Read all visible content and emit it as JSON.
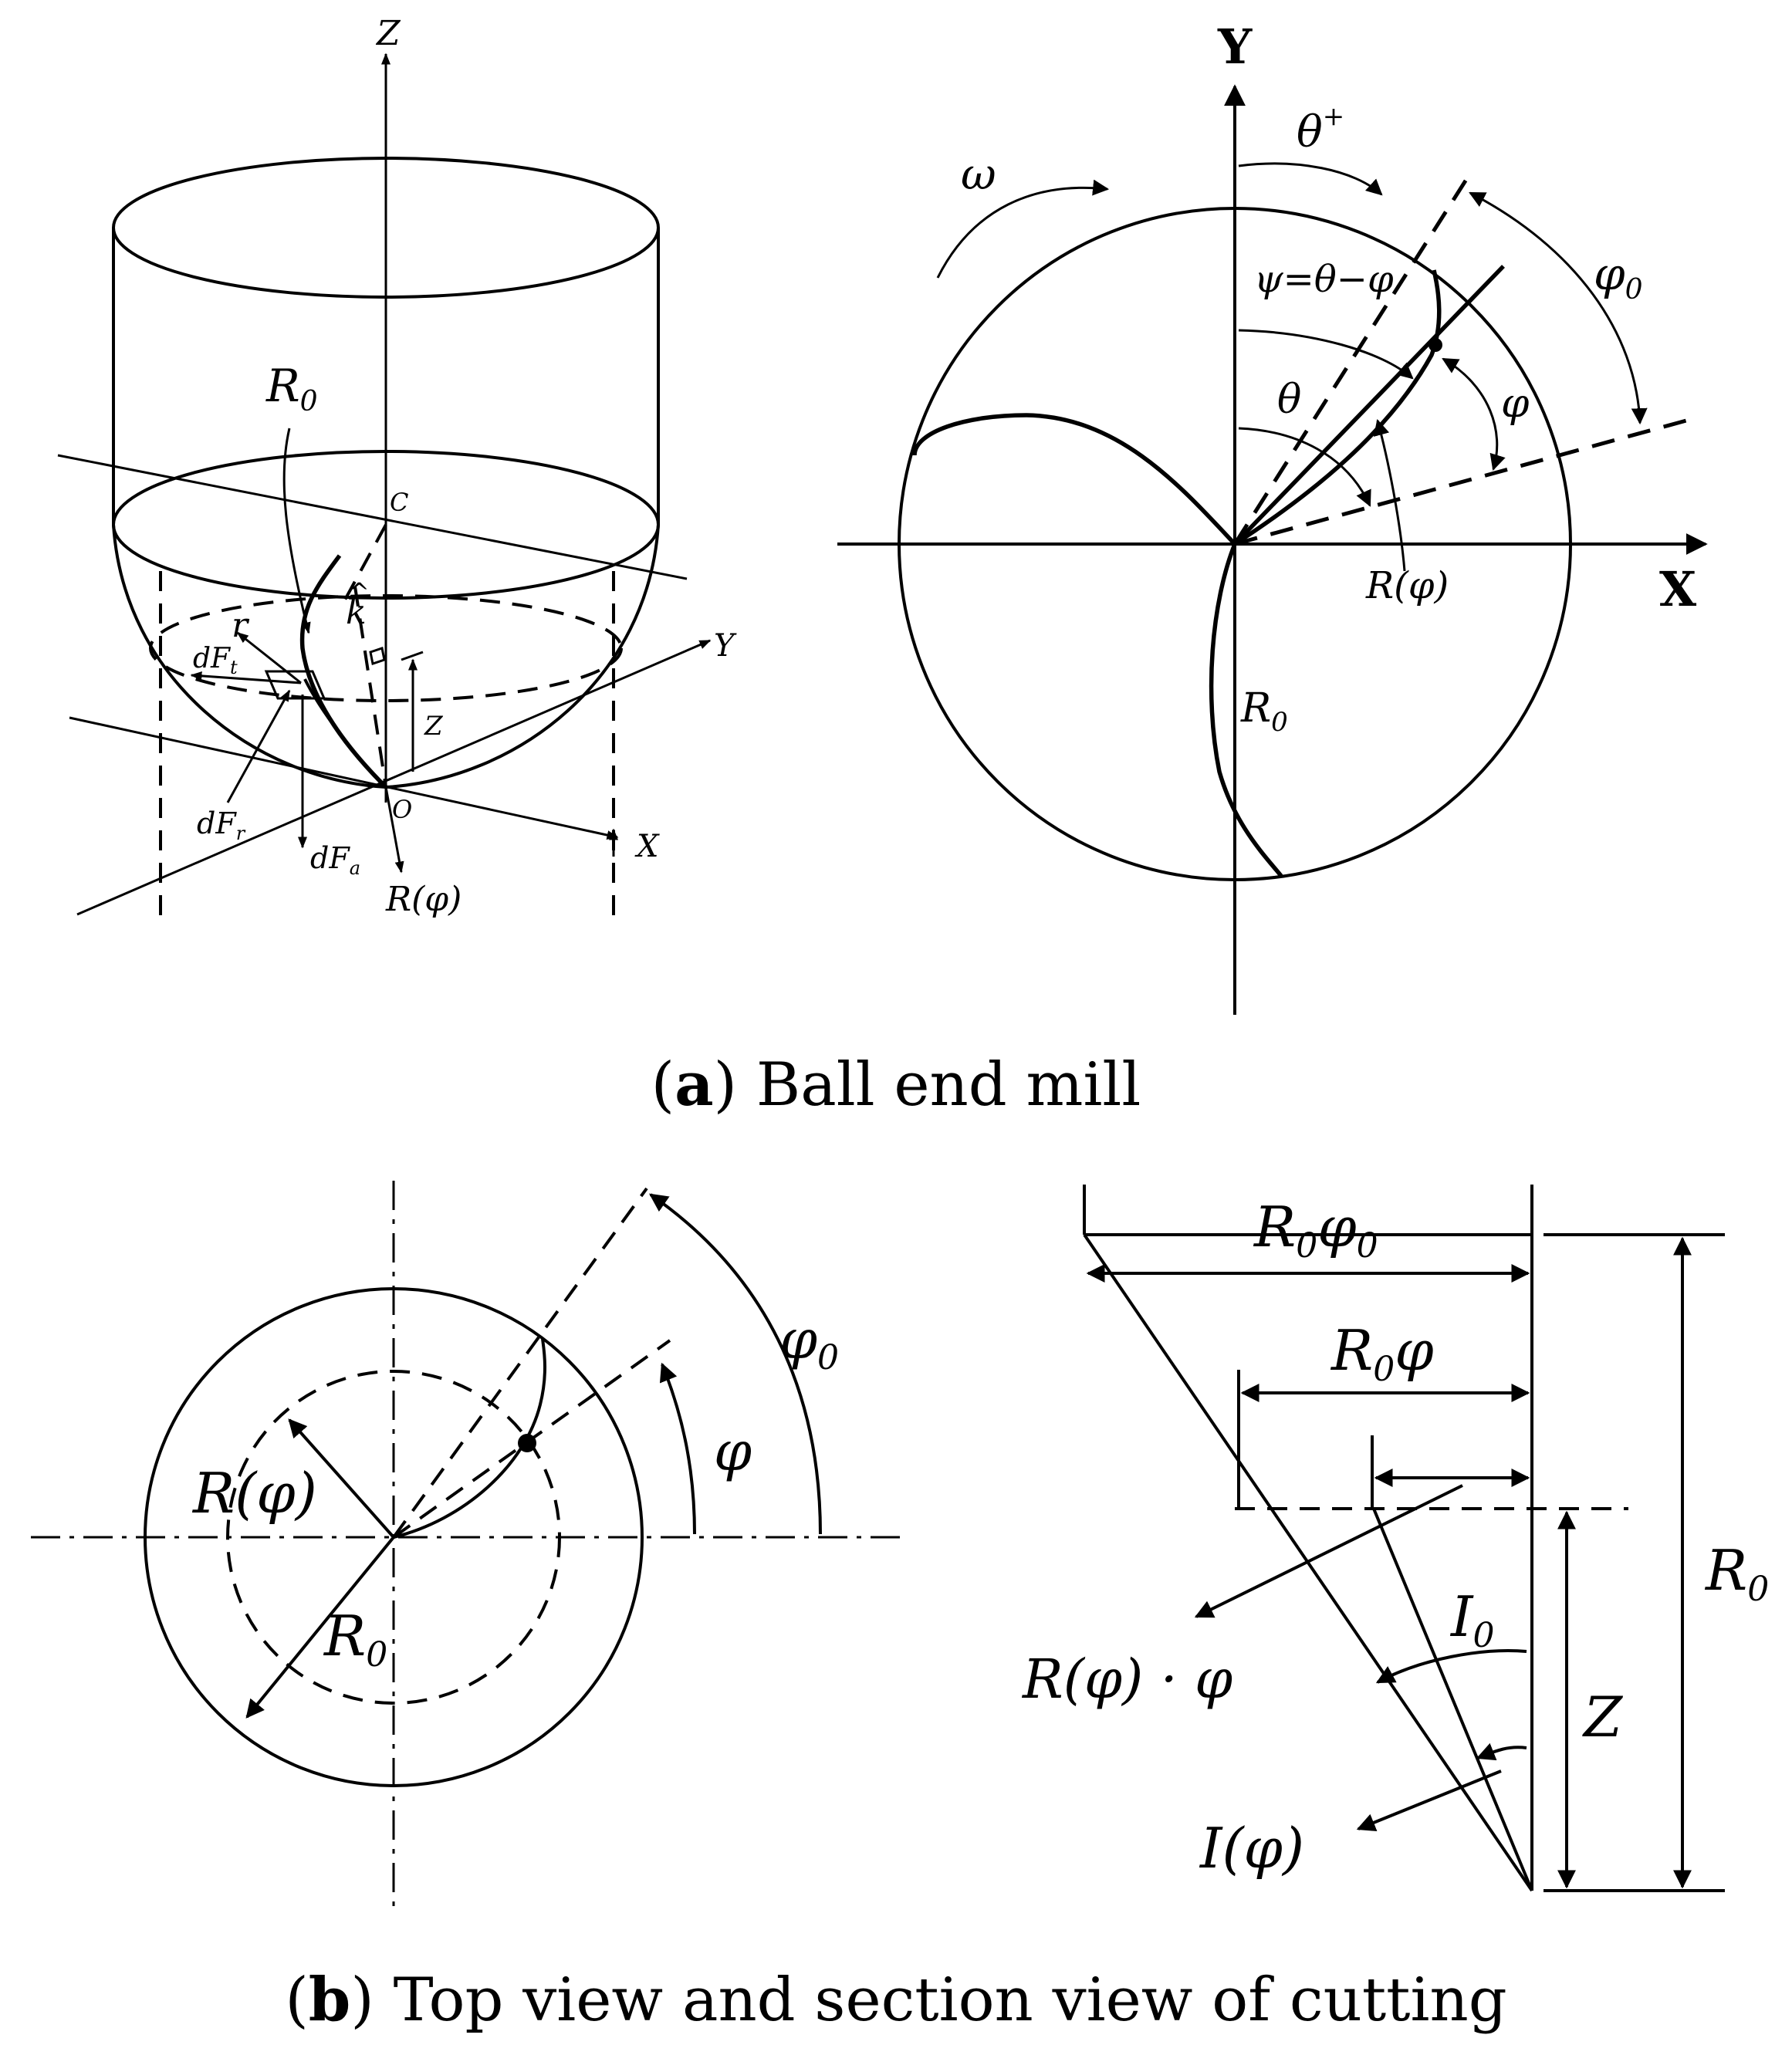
{
  "panel_a": {
    "caption_letter": "a",
    "caption_text": "Ball end mill",
    "left_view": {
      "axis_z": "Z",
      "axis_y": "Y",
      "axis_x": "X",
      "center_label": "C",
      "origin_label": "O",
      "radius_label": "R",
      "radius_sub": "0",
      "r_label": "r",
      "k_label": "k",
      "k_hat": "^",
      "dft_label": "dF",
      "dft_sub": "t",
      "dfr_label": "dF",
      "dfr_sub": "r",
      "dfa_label": "dF",
      "dfa_sub": "a",
      "z_label": "Z",
      "rphi_label": "R(φ)"
    },
    "right_view": {
      "axis_y": "Y",
      "axis_x": "X",
      "omega": "ω",
      "theta_plus": "θ",
      "theta_plus_sup": "+",
      "phi0": "φ",
      "phi0_sub": "0",
      "psi_eq": "ψ=θ−φ",
      "theta": "θ",
      "phi": "φ",
      "rphi": "R(φ)",
      "r0": "R",
      "r0_sub": "0"
    }
  },
  "panel_b": {
    "caption_letter": "b",
    "caption_text": "Top view and section view of cutting",
    "top_view": {
      "phi0": "φ",
      "phi0_sub": "0",
      "phi": "φ",
      "rphi": "R(φ)",
      "r0": "R",
      "r0_sub": "0"
    },
    "section_view": {
      "r0phi0_a": "R",
      "r0phi0_sub1": "0",
      "r0phi0_b": "φ",
      "r0phi0_sub2": "0",
      "r0phi_a": "R",
      "r0phi_sub": "0",
      "r0phi_b": "φ",
      "rphi_phi": "R(φ) · φ",
      "i0": "I",
      "i0_sub": "0",
      "z": "Z",
      "r0": "R",
      "r0_sub": "0",
      "iphi": "I(φ)"
    }
  }
}
